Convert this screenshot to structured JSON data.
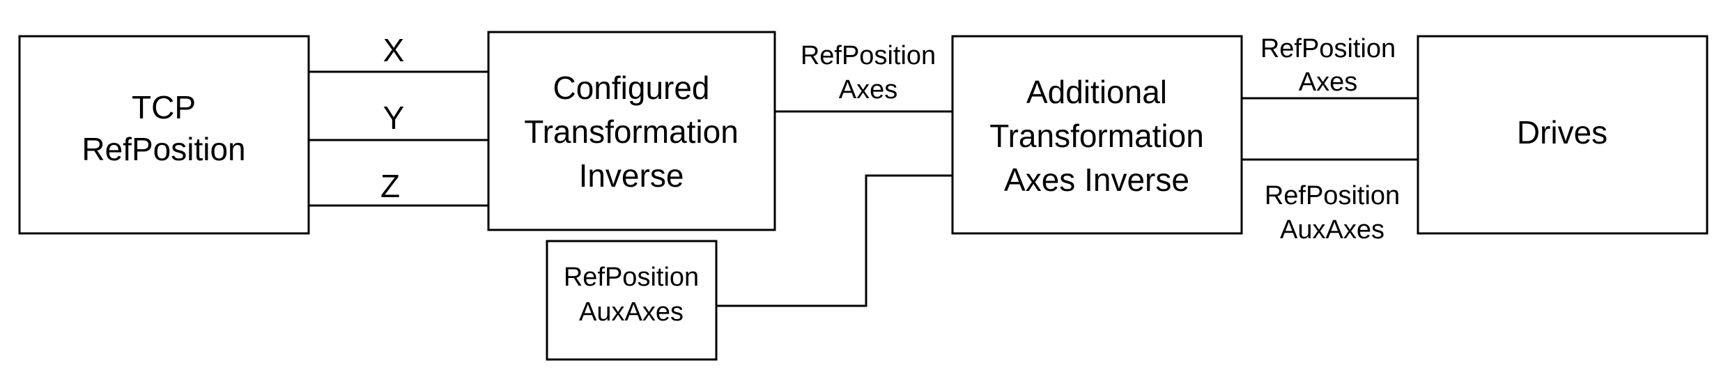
{
  "blocks": {
    "tcp": {
      "line1": "TCP",
      "line2": "RefPosition"
    },
    "configured": {
      "line1": "Configured",
      "line2": "Transformation",
      "line3": "Inverse"
    },
    "aux_input": {
      "line1": "RefPosition",
      "line2": "AuxAxes"
    },
    "additional": {
      "line1": "Additional",
      "line2": "Transformation",
      "line3": "Axes Inverse"
    },
    "drives": {
      "line1": "Drives"
    }
  },
  "edges": {
    "x": "X",
    "y": "Y",
    "z": "Z",
    "ref_axes_1": {
      "line1": "RefPosition",
      "line2": "Axes"
    },
    "ref_axes_2": {
      "line1": "RefPosition",
      "line2": "Axes"
    },
    "ref_auxaxes_out": {
      "line1": "RefPosition",
      "line2": "AuxAxes"
    }
  },
  "colors": {
    "stroke": "#000000",
    "background": "#ffffff"
  }
}
